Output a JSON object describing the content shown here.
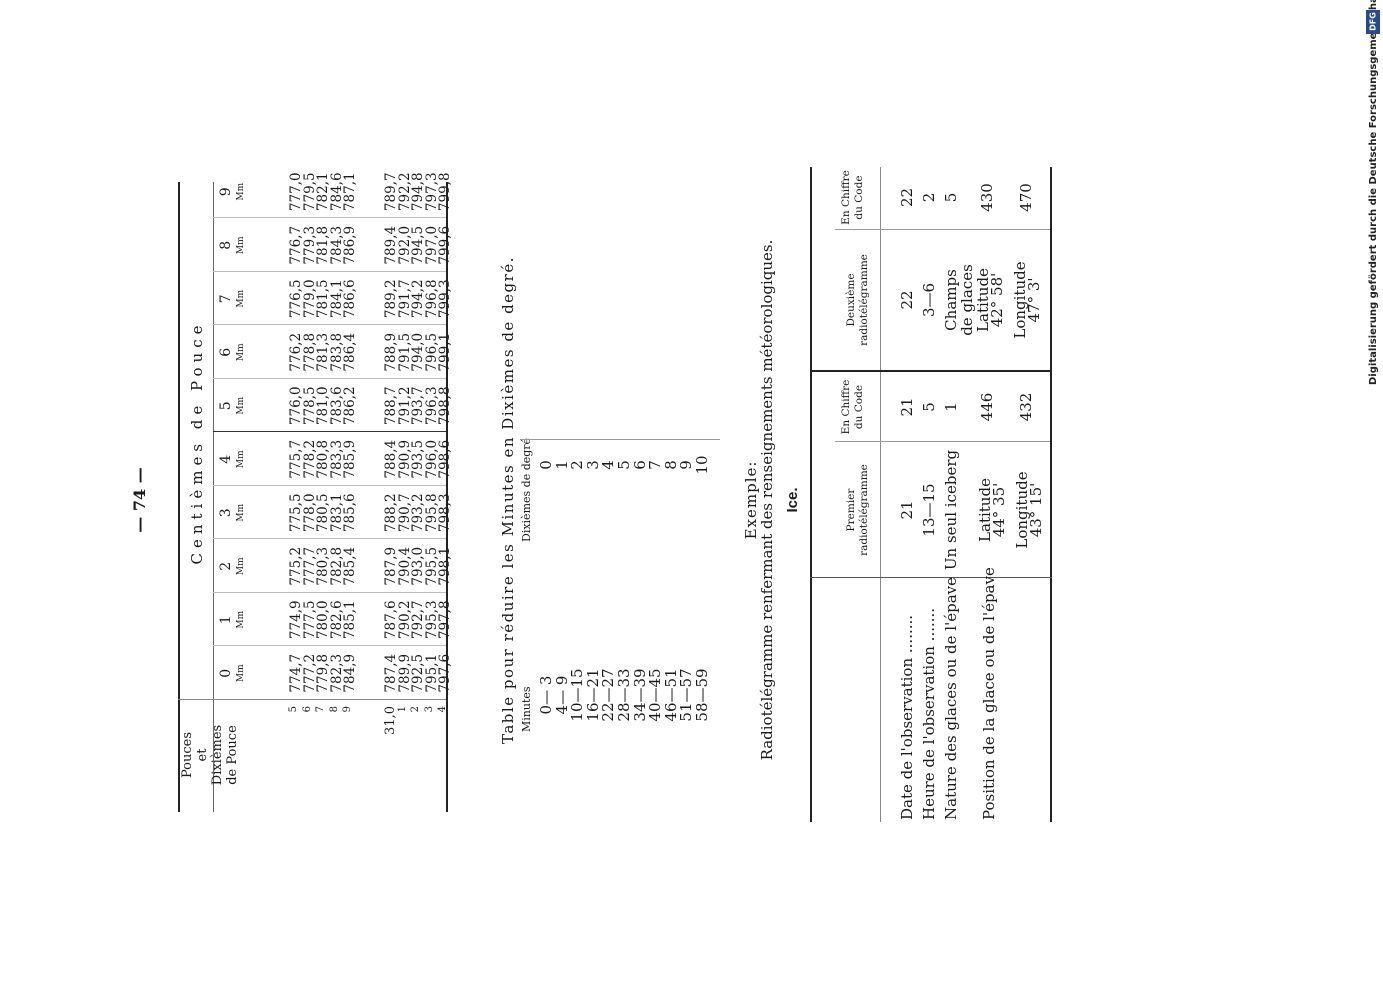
{
  "page_number": "— 74 —",
  "barometer_table": {
    "header_left": [
      "Pouces",
      "et",
      "Dixièmes",
      "de Pouce"
    ],
    "header_group": "Centièmes de Pouce",
    "columns": [
      "0",
      "1",
      "2",
      "3",
      "4",
      "5",
      "6",
      "7",
      "8",
      "9"
    ],
    "unit": "Mm",
    "row_labels": [
      "5",
      "6",
      "7",
      "8",
      "9",
      "31,0",
      "1",
      "2",
      "3",
      "4"
    ],
    "rows": [
      [
        "774,7",
        "774,9",
        "775,2",
        "775,5",
        "775,7",
        "776,0",
        "776,2",
        "776,5",
        "776,7",
        "777,0"
      ],
      [
        "777,2",
        "777,5",
        "777,7",
        "778,0",
        "778,2",
        "778,5",
        "778,8",
        "779,0",
        "779,3",
        "779,5"
      ],
      [
        "779,8",
        "780,0",
        "780,3",
        "780,5",
        "780,8",
        "781,0",
        "781,3",
        "781,5",
        "781,8",
        "782,1"
      ],
      [
        "782,3",
        "782,6",
        "782,8",
        "783,1",
        "783,3",
        "783,6",
        "783,8",
        "784,1",
        "784,3",
        "784,6"
      ],
      [
        "784,9",
        "785,1",
        "785,4",
        "785,6",
        "785,9",
        "786,2",
        "786,4",
        "786,6",
        "786,9",
        "787,1"
      ],
      [
        "787,4",
        "787,6",
        "787,9",
        "788,2",
        "788,4",
        "788,7",
        "788,9",
        "789,2",
        "789,4",
        "789,7"
      ],
      [
        "789,9",
        "790,2",
        "790,4",
        "790,7",
        "790,9",
        "791,2",
        "791,5",
        "791,7",
        "792,0",
        "792,2"
      ],
      [
        "792,5",
        "792,7",
        "793,0",
        "793,2",
        "793,5",
        "793,7",
        "794,0",
        "794,2",
        "794,5",
        "794,8"
      ],
      [
        "795,1",
        "795,3",
        "795,5",
        "795,8",
        "796,0",
        "796,3",
        "796,5",
        "796,8",
        "797,0",
        "797,3"
      ],
      [
        "797,6",
        "797,8",
        "798,1",
        "798,3",
        "798,6",
        "798,8",
        "799,1",
        "799,3",
        "799,6",
        "799,8"
      ]
    ]
  },
  "minutes_table": {
    "title": "Table pour réduire les Minutes en Dixièmes de degré.",
    "col_minutes": "Minutes",
    "col_tenths": "Dixièmes de degré",
    "rows": [
      [
        "0— 3",
        "0"
      ],
      [
        "4— 9",
        "1"
      ],
      [
        "10—15",
        "2"
      ],
      [
        "16—21",
        "3"
      ],
      [
        "22—27",
        "4"
      ],
      [
        "28—33",
        "5"
      ],
      [
        "34—39",
        "6"
      ],
      [
        "40—45",
        "7"
      ],
      [
        "46—51",
        "8"
      ],
      [
        "51—57",
        "9"
      ],
      [
        "58—59",
        "10"
      ]
    ]
  },
  "example": {
    "heading": "Exemple:",
    "caption": "Radiotélégramme renfermant des renseignements météorologiques.",
    "subheading": "Ice.",
    "headers": [
      "Premier radiotélégramme",
      "En Chiffre du Code",
      "Deuxième radiotélégramme",
      "En Chiffre du Code"
    ],
    "rows": [
      {
        "label": "Date de l'observation ........",
        "v1": "21",
        "c1": "21",
        "v2": "22",
        "c2": "22"
      },
      {
        "label": "Heure de l'observation .......",
        "v1": "13—15",
        "c1": "5",
        "v2": "3—6",
        "c2": "2"
      },
      {
        "label": "Nature des glaces ou de l'épave",
        "v1": "Un seul iceberg",
        "c1": "1",
        "v2a": "Champs",
        "v2b": "de glaces",
        "c2": "5"
      },
      {
        "label": "Position de la glace ou de l'épave",
        "lat1a": "Latitude",
        "lat1b": "44° 35'",
        "c1a": "446",
        "lat2a": "Latitude",
        "lat2b": "42° 58'",
        "c2a": "430",
        "lon1a": "Longitude",
        "lon1b": "43° 15'",
        "c1b": "432",
        "lon2a": "Longitude",
        "lon2b": "47° 3'",
        "c2b": "470"
      }
    ]
  },
  "side_note": "Digitalisierung gefördert durch die Deutsche Forschungsgemeinschaft •",
  "dfg_logo": "DFG"
}
